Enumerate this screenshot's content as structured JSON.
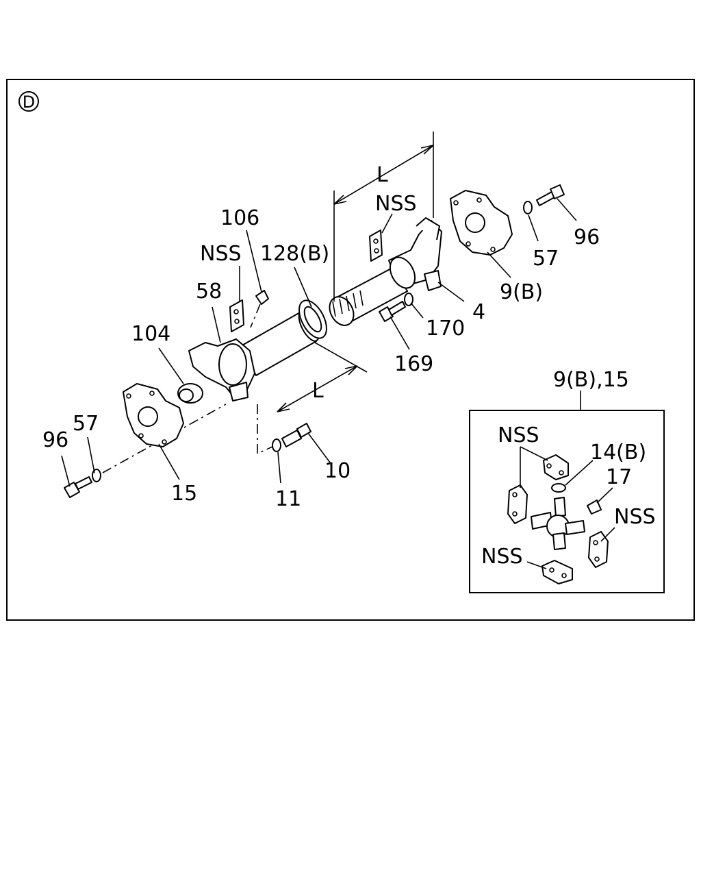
{
  "diagram": {
    "section_marker": "D",
    "callouts": {
      "nss_top": "NSS",
      "nss_left": "NSS",
      "p106": "106",
      "p128b": "128(B)",
      "p58": "58",
      "p104": "104",
      "p96_left": "96",
      "p57_left": "57",
      "p15": "15",
      "p11": "11",
      "p10": "10",
      "p169": "169",
      "p170": "170",
      "p4": "4",
      "p9b": "9(B)",
      "p57_right": "57",
      "p96_right": "96",
      "dim_l_top": "L",
      "dim_l_mid": "L"
    },
    "inset": {
      "title": "9(B),15",
      "nss_a": "NSS",
      "p14b": "14(B)",
      "p17": "17",
      "nss_b": "NSS",
      "nss_c": "NSS"
    }
  }
}
